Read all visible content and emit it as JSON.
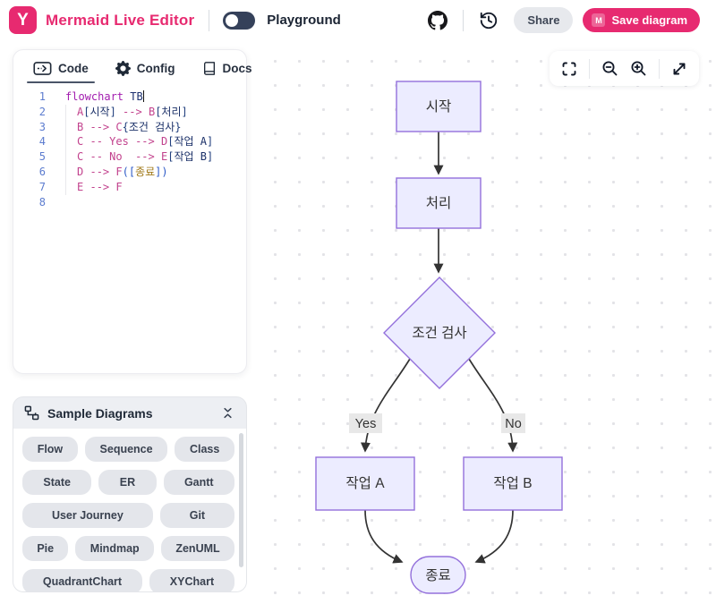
{
  "header": {
    "title": "Mermaid Live Editor",
    "logo_letter": "Y",
    "mode_label": "Playground",
    "share_label": "Share",
    "save_label": "Save diagram",
    "save_badge": "M",
    "brand_color": "#E72A70"
  },
  "editor": {
    "tabs": {
      "code": "Code",
      "config": "Config",
      "docs": "Docs"
    },
    "active_tab": "Code",
    "code_lines": [
      {
        "n": "1",
        "ind": 0,
        "tokens": [
          [
            "kw",
            "flowchart"
          ],
          [
            "pl",
            " "
          ],
          [
            "dir",
            "TB"
          ],
          [
            "cursor",
            ""
          ]
        ]
      },
      {
        "n": "2",
        "ind": 1,
        "tokens": [
          [
            "id",
            "A"
          ],
          [
            "br",
            "["
          ],
          [
            "tx",
            "시작"
          ],
          [
            "br",
            "]"
          ],
          [
            "pl",
            " "
          ],
          [
            "op",
            "-->"
          ],
          [
            "pl",
            " "
          ],
          [
            "id",
            "B"
          ],
          [
            "br",
            "["
          ],
          [
            "tx",
            "처리"
          ],
          [
            "br",
            "]"
          ]
        ]
      },
      {
        "n": "3",
        "ind": 1,
        "tokens": [
          [
            "id",
            "B"
          ],
          [
            "pl",
            " "
          ],
          [
            "op",
            "-->"
          ],
          [
            "pl",
            " "
          ],
          [
            "id",
            "C"
          ],
          [
            "br",
            "{"
          ],
          [
            "tx",
            "조건 검사"
          ],
          [
            "br",
            "}"
          ]
        ]
      },
      {
        "n": "4",
        "ind": 1,
        "tokens": [
          [
            "id",
            "C"
          ],
          [
            "pl",
            " "
          ],
          [
            "op",
            "--"
          ],
          [
            "pl",
            " "
          ],
          [
            "op",
            "Yes"
          ],
          [
            "pl",
            " "
          ],
          [
            "op",
            "-->"
          ],
          [
            "pl",
            " "
          ],
          [
            "id",
            "D"
          ],
          [
            "br",
            "["
          ],
          [
            "tx",
            "작업 A"
          ],
          [
            "br",
            "]"
          ]
        ]
      },
      {
        "n": "5",
        "ind": 1,
        "tokens": [
          [
            "id",
            "C"
          ],
          [
            "pl",
            " "
          ],
          [
            "op",
            "--"
          ],
          [
            "pl",
            " "
          ],
          [
            "op",
            "No"
          ],
          [
            "pl",
            "  "
          ],
          [
            "op",
            "-->"
          ],
          [
            "pl",
            " "
          ],
          [
            "id",
            "E"
          ],
          [
            "br",
            "["
          ],
          [
            "tx",
            "작업 B"
          ],
          [
            "br",
            "]"
          ]
        ]
      },
      {
        "n": "6",
        "ind": 1,
        "tokens": [
          [
            "id",
            "D"
          ],
          [
            "pl",
            " "
          ],
          [
            "op",
            "-->"
          ],
          [
            "pl",
            " "
          ],
          [
            "id",
            "F"
          ],
          [
            "pr",
            "(["
          ],
          [
            "gd",
            "종료"
          ],
          [
            "pr",
            "])"
          ]
        ]
      },
      {
        "n": "7",
        "ind": 1,
        "tokens": [
          [
            "id",
            "E"
          ],
          [
            "pl",
            " "
          ],
          [
            "op",
            "-->"
          ],
          [
            "pl",
            " "
          ],
          [
            "id",
            "F"
          ]
        ]
      },
      {
        "n": "8",
        "ind": 0,
        "tokens": []
      }
    ]
  },
  "samples": {
    "title": "Sample Diagrams",
    "rows": [
      [
        "Flow",
        "Sequence",
        "Class"
      ],
      [
        "State",
        "ER",
        "Gantt"
      ],
      [
        "User Journey",
        "Git"
      ],
      [
        "Pie",
        "Mindmap",
        "ZenUML"
      ],
      [
        "QuadrantChart",
        "XYChart"
      ]
    ]
  },
  "diagram": {
    "nodes": {
      "start": "시작",
      "process": "처리",
      "decision": "조건 검사",
      "taskA": "작업 A",
      "taskB": "작업 B",
      "end": "종료"
    },
    "edge_labels": {
      "yes": "Yes",
      "no": "No"
    },
    "node_fill": "#ECECFF",
    "node_border": "#9370DB",
    "edge_color": "#333333"
  }
}
